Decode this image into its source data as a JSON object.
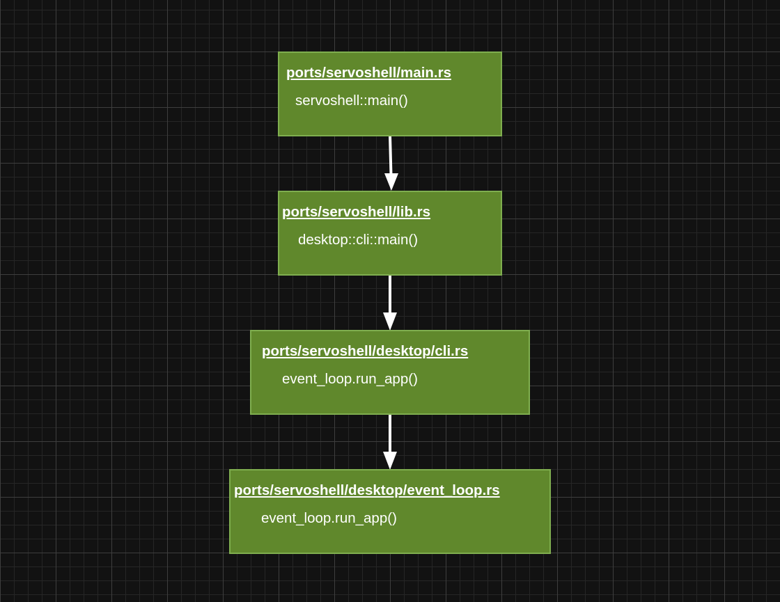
{
  "nodes": [
    {
      "file": "ports/servoshell/main.rs",
      "call": "servoshell::main()"
    },
    {
      "file": "ports/servoshell/lib.rs",
      "call": "desktop::cli::main()"
    },
    {
      "file": "ports/servoshell/desktop/cli.rs",
      "call": "event_loop.run_app()"
    },
    {
      "file": "ports/servoshell/desktop/event_loop.rs",
      "call": "event_loop.run_app()"
    }
  ],
  "colors": {
    "node_fill": "#60882c",
    "node_stroke": "#7fae4f",
    "arrow": "#ffffff",
    "background": "#121212"
  }
}
